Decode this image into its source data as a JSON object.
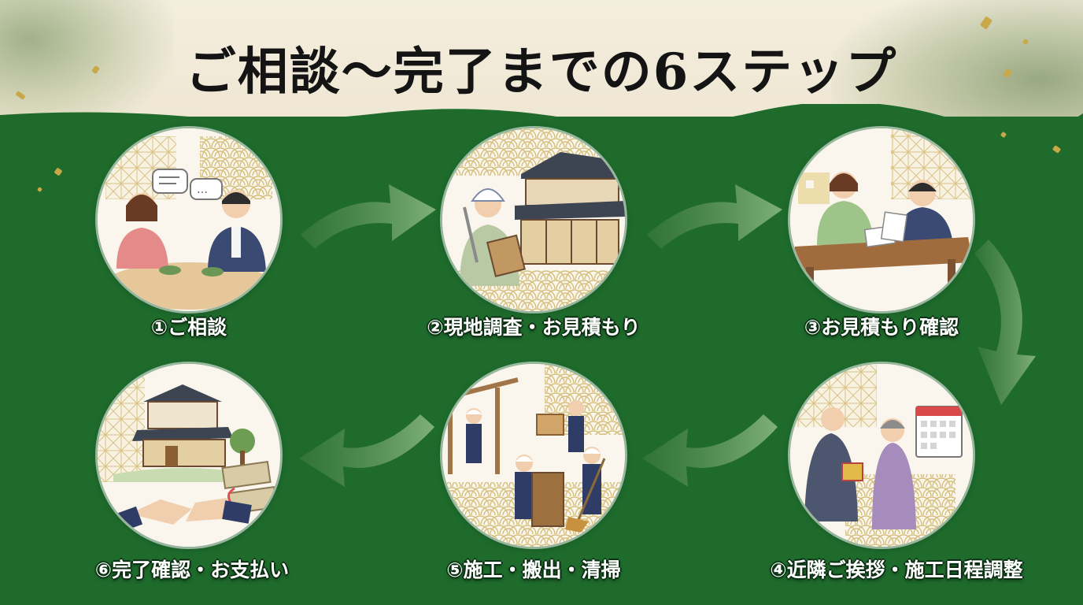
{
  "title": "ご相談〜完了までの6ステップ",
  "colors": {
    "background": "#1e6b2c",
    "header": "#f0e8d4",
    "accent_gold": "#c9a84a",
    "arrow": "#4f8a4a"
  },
  "steps": [
    {
      "label": "①ご相談",
      "icon": "consultation-illustration"
    },
    {
      "label": "②現地調査・お見積もり",
      "icon": "site-survey-illustration"
    },
    {
      "label": "③お見積もり確認",
      "icon": "estimate-review-illustration"
    },
    {
      "label": "④近隣ご挨拶・施工日程調整",
      "icon": "neighbor-greeting-calendar-illustration"
    },
    {
      "label": "⑤施工・搬出・清掃",
      "icon": "construction-cleaning-illustration"
    },
    {
      "label": "⑥完了確認・お支払い",
      "icon": "handshake-payment-illustration"
    }
  ]
}
